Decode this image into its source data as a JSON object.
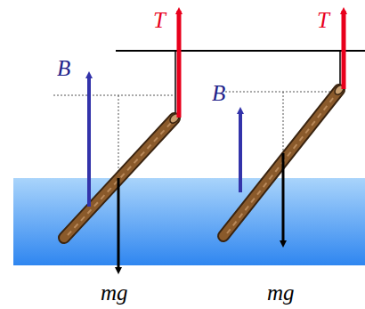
{
  "diagram": {
    "labels": [
      "T",
      "B",
      "mg",
      "T",
      "B",
      "mg"
    ]
  }
}
